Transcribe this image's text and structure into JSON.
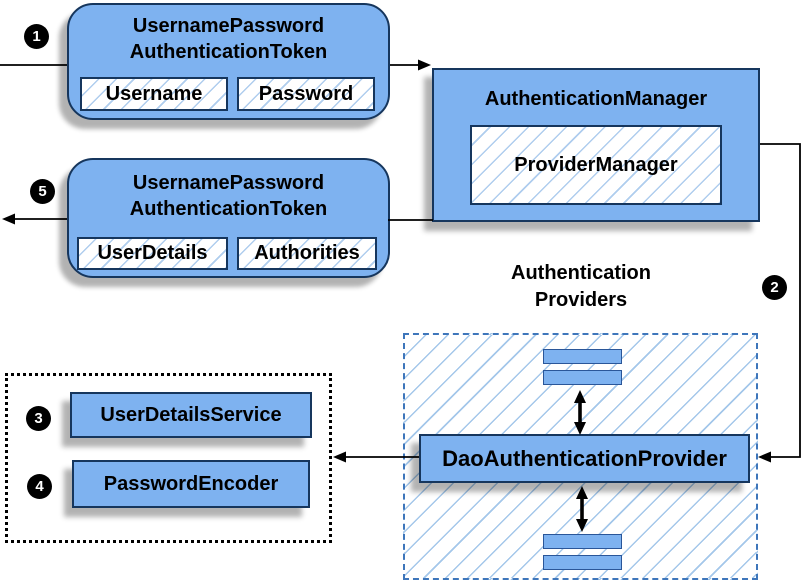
{
  "colors": {
    "node_fill": "#7EB2F0",
    "node_border": "#16365D",
    "hatch_line": "#A8C9EC",
    "dashed_border": "#3E76BB",
    "bar_border": "#2A5699",
    "arrow": "#000000",
    "badge_bg": "#000000",
    "badge_text": "#FFFFFF",
    "shadow": "#9E9E9E"
  },
  "steps": {
    "s1": "1",
    "s2": "2",
    "s3": "3",
    "s4": "4",
    "s5": "5"
  },
  "token_request": {
    "title_line1": "UsernamePassword",
    "title_line2": "AuthenticationToken",
    "field1": "Username",
    "field2": "Password"
  },
  "auth_manager": {
    "title": "AuthenticationManager",
    "inner": "ProviderManager"
  },
  "token_response": {
    "title_line1": "UsernamePassword",
    "title_line2": "AuthenticationToken",
    "field1": "UserDetails",
    "field2": "Authorities"
  },
  "providers": {
    "label_line1": "Authentication",
    "label_line2": "Providers",
    "dao": "DaoAuthenticationProvider"
  },
  "services": {
    "user_details_service": "UserDetailsService",
    "password_encoder": "PasswordEncoder"
  }
}
